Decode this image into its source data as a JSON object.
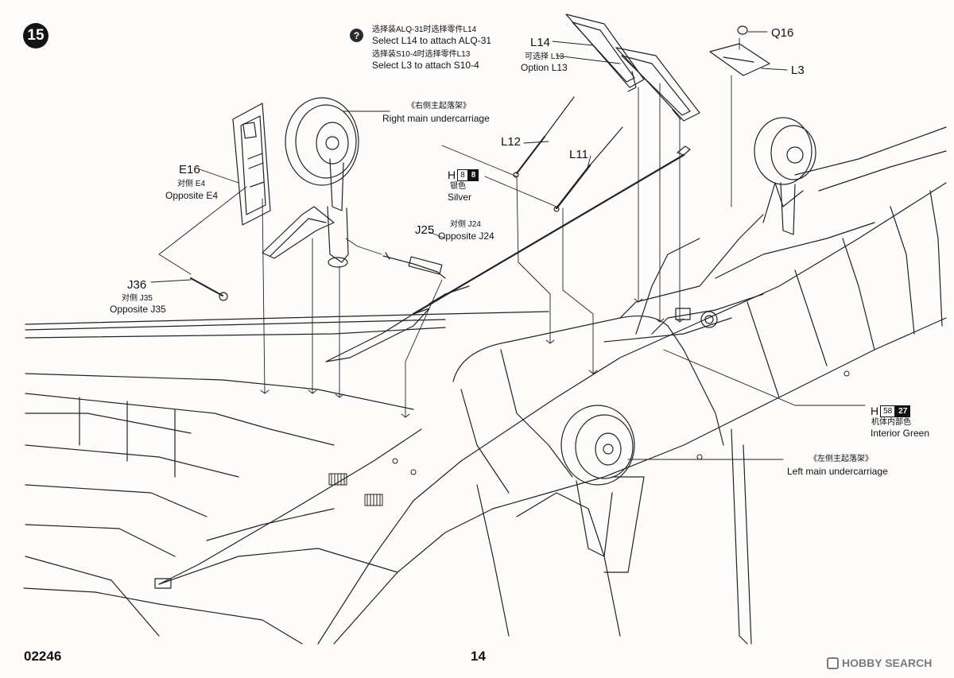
{
  "step": {
    "number": "15"
  },
  "note": {
    "icon": "question-icon",
    "icon_glyph": "?",
    "line1_cn": "选择装ALQ-31时选择零件L14",
    "line1_en": "Select L14 to attach ALQ-31",
    "line2_cn": "选择装S10-4时选择零件L13",
    "line2_en": "Select L3 to attach S10-4"
  },
  "parts": {
    "l14": "L14",
    "l13_cn": "可选择 L13",
    "l13_en": "Option L13",
    "q16": "Q16",
    "l3": "L3",
    "l12": "L12",
    "l11": "L11",
    "e16": "E16",
    "e4_cn": "对侧 E4",
    "e4_en": "Opposite E4",
    "j25": "J25",
    "j24_cn": "对侧 J24",
    "j24_en": "Opposite J24",
    "j36": "J36",
    "j35_cn": "对侧 J35",
    "j35_en": "Opposite J35"
  },
  "assemblies": {
    "right_cn": "《右侧主起落架》",
    "right_en": "Right main undercarriage",
    "left_cn": "《左侧主起落架》",
    "left_en": "Left main undercarriage"
  },
  "paints": {
    "silver": {
      "prefix": "H",
      "code1": "8",
      "code2": "8",
      "cn": "银色",
      "en": "Silver"
    },
    "interior_green": {
      "prefix": "H",
      "code1": "58",
      "code2": "27",
      "cn": "机体内部色",
      "en": "Interior Green"
    }
  },
  "footer": {
    "product_code": "02246",
    "page_number": "14"
  },
  "watermark": {
    "text": "HOBBY SEARCH",
    "icon": "hobbysearch-logo-icon"
  },
  "colors": {
    "ink": "#111111",
    "paper": "#fdfcfb",
    "watermark": "#7b7b7b"
  }
}
